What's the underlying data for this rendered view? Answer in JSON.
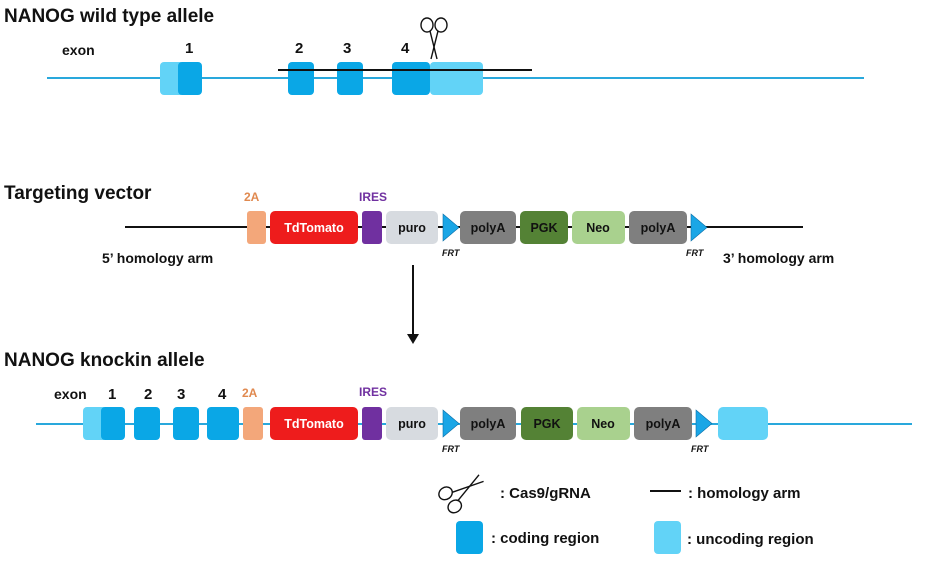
{
  "wild_type": {
    "title": "NANOG wild type allele",
    "exon_label": "exon",
    "exon_numbers": [
      "1",
      "2",
      "3",
      "4"
    ]
  },
  "targeting_vector": {
    "title": "Targeting vector",
    "label_2a": "2A",
    "label_ires": "IRES",
    "tdtomato": "TdTomato",
    "puro": "puro",
    "polya": "polyA",
    "pgk": "PGK",
    "neo": "Neo",
    "frt": "FRT",
    "arm5": "5’ homology arm",
    "arm3": "3’ homology arm"
  },
  "knockin": {
    "title": "NANOG knockin allele",
    "exon_label": "exon",
    "exon_numbers": [
      "1",
      "2",
      "3",
      "4"
    ]
  },
  "legend": {
    "cas9": ": Cas9/gRNA",
    "homology_arm": ": homology arm",
    "coding": ": coding region",
    "uncoding": ": uncoding region"
  },
  "colors": {
    "backbone": "#29a8dc",
    "coding": "#0aa7e6",
    "uncoding": "#62d3f7",
    "tag2a": "#f3a77a",
    "label2a": "#e0894f",
    "tdtomato": "#ee1c1c",
    "ires": "#7030a0",
    "puro": "#d7dbe0",
    "polya": "#7f7f7f",
    "pgk": "#548235",
    "neo": "#a9d18e",
    "frt": "#1aa6e6"
  }
}
